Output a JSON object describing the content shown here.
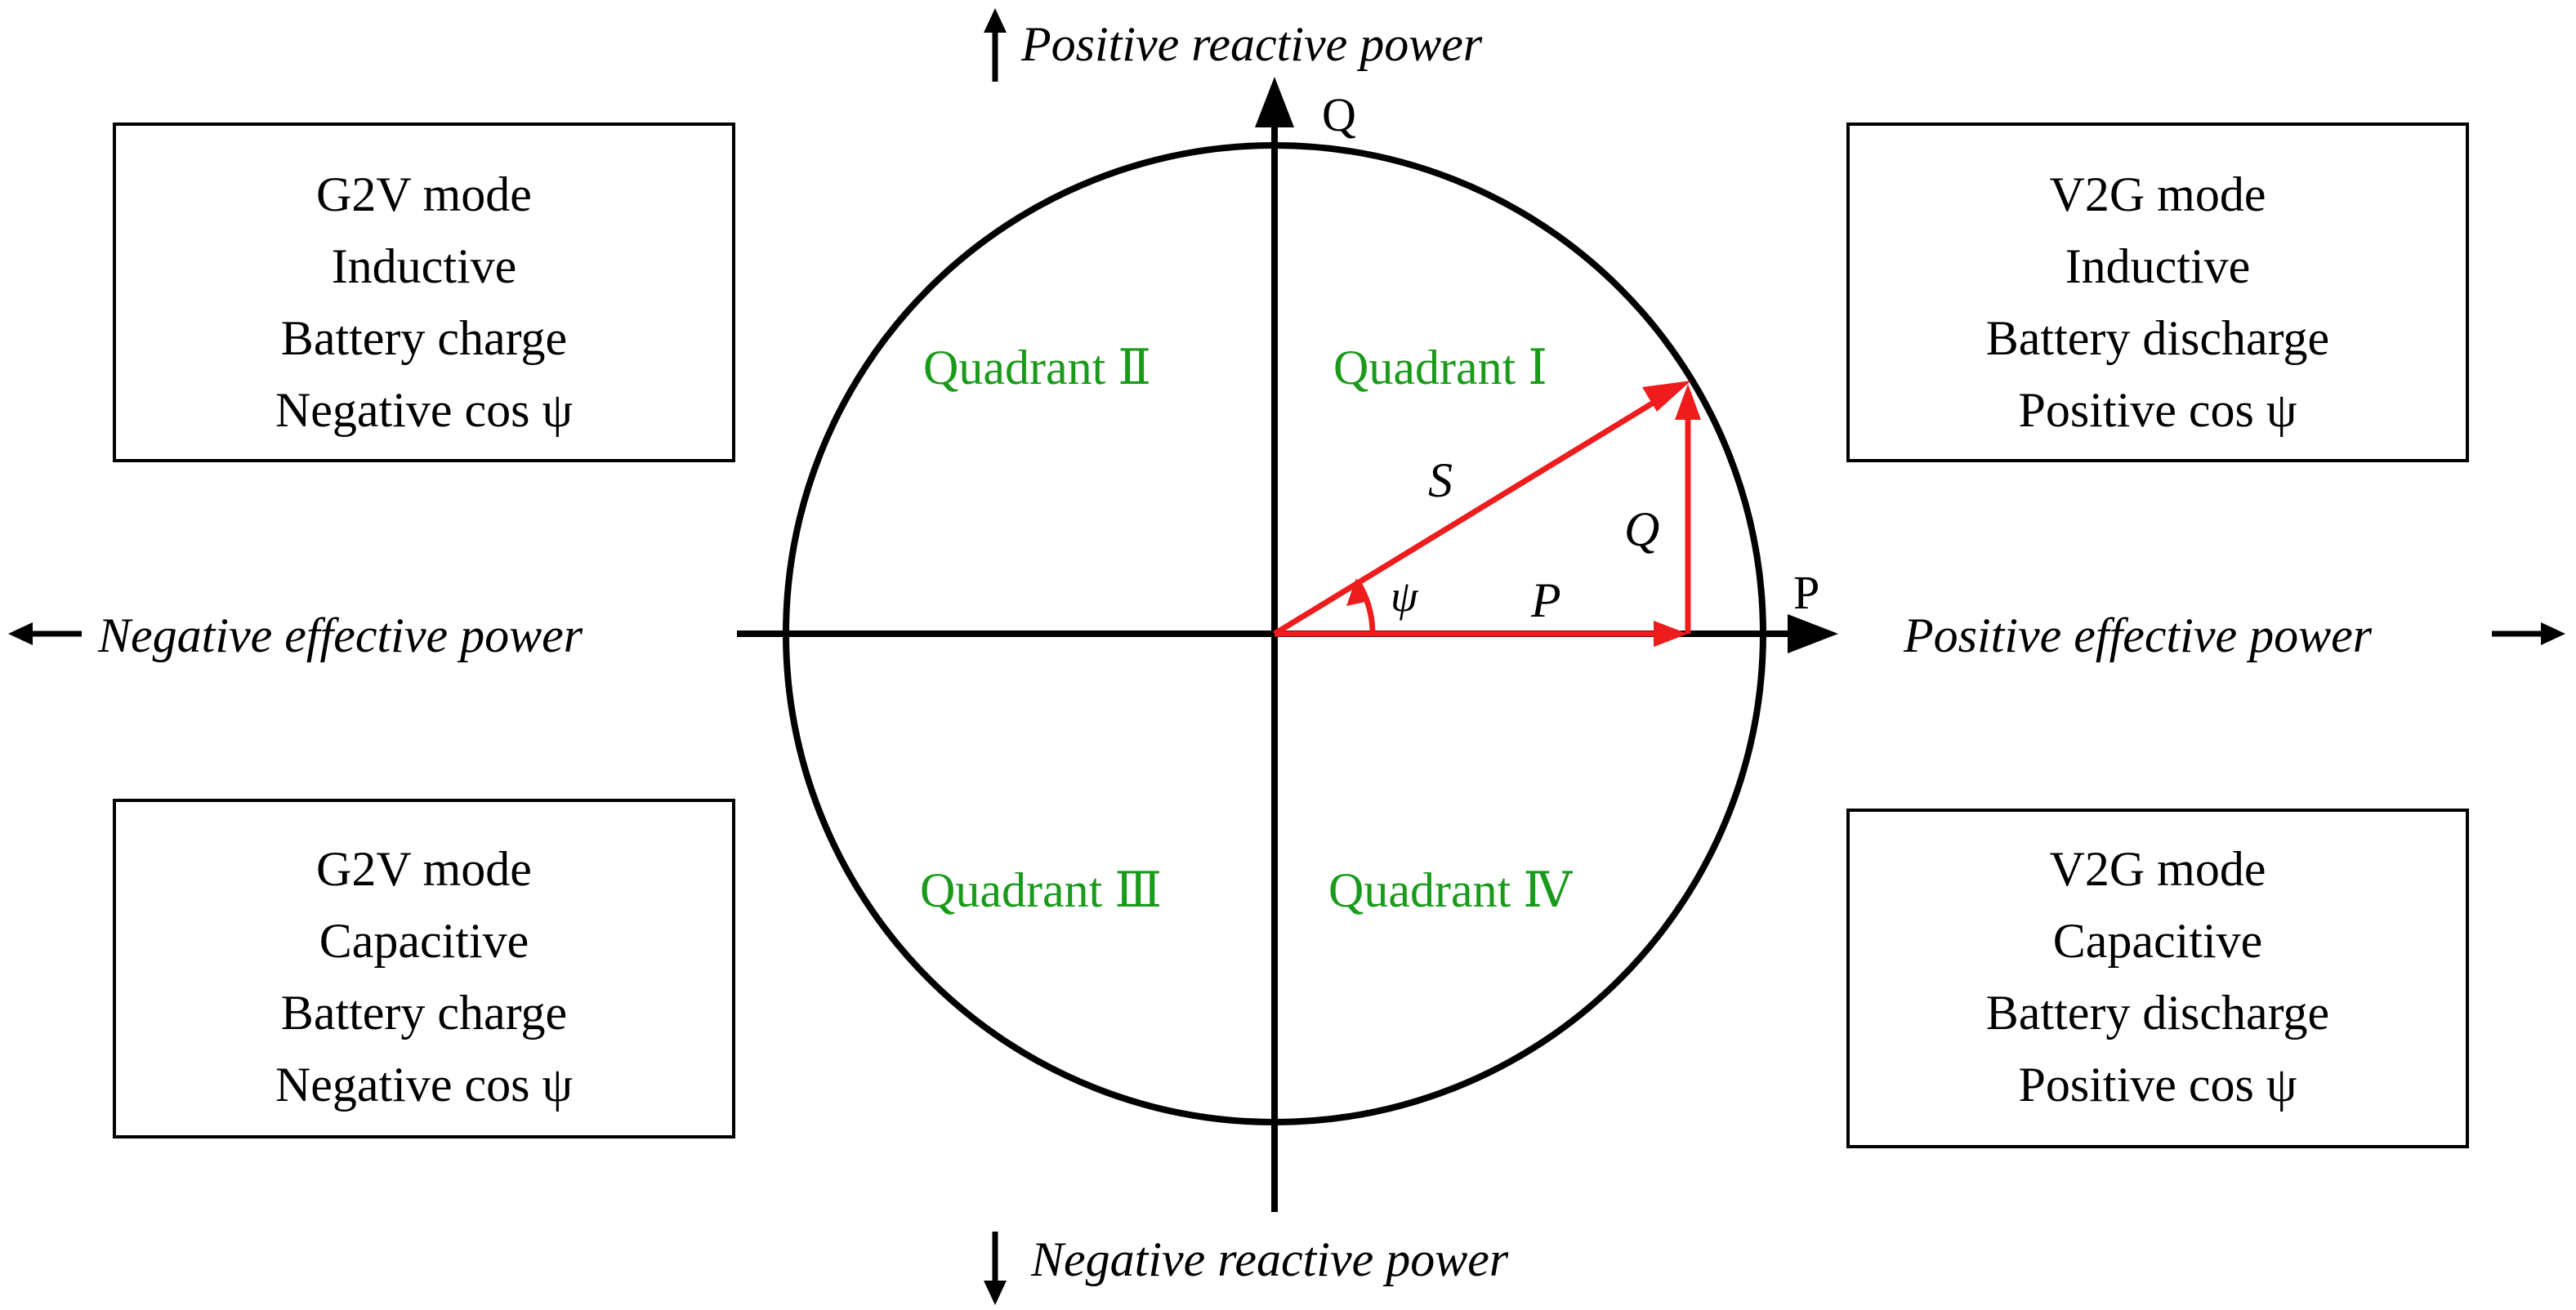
{
  "axes": {
    "q_label": "Q",
    "p_label": "P",
    "positive_reactive": "Positive reactive power",
    "negative_reactive": "Negative reactive power",
    "positive_effective": "Positive effective power",
    "negative_effective": "Negative effective power"
  },
  "quadrants": {
    "q1": "Quadrant Ⅰ",
    "q2": "Quadrant Ⅱ",
    "q3": "Quadrant Ⅲ",
    "q4": "Quadrant Ⅳ"
  },
  "boxes": {
    "top_left": [
      "G2V mode",
      "Inductive",
      "Battery charge",
      "Negative cos ψ"
    ],
    "top_right": [
      "V2G mode",
      "Inductive",
      "Battery discharge",
      "Positive cos ψ"
    ],
    "bottom_left": [
      "G2V mode",
      "Capacitive",
      "Battery charge",
      "Negative cos ψ"
    ],
    "bottom_right": [
      "V2G mode",
      "Capacitive",
      "Battery discharge",
      "Positive cos ψ"
    ]
  },
  "vectors": {
    "s_label": "S",
    "p_label": "P",
    "q_label": "Q",
    "angle_label": "ψ"
  },
  "colors": {
    "vector": "#ee1c1c",
    "quadrant_text": "#1a9a1a",
    "line": "#000000"
  }
}
